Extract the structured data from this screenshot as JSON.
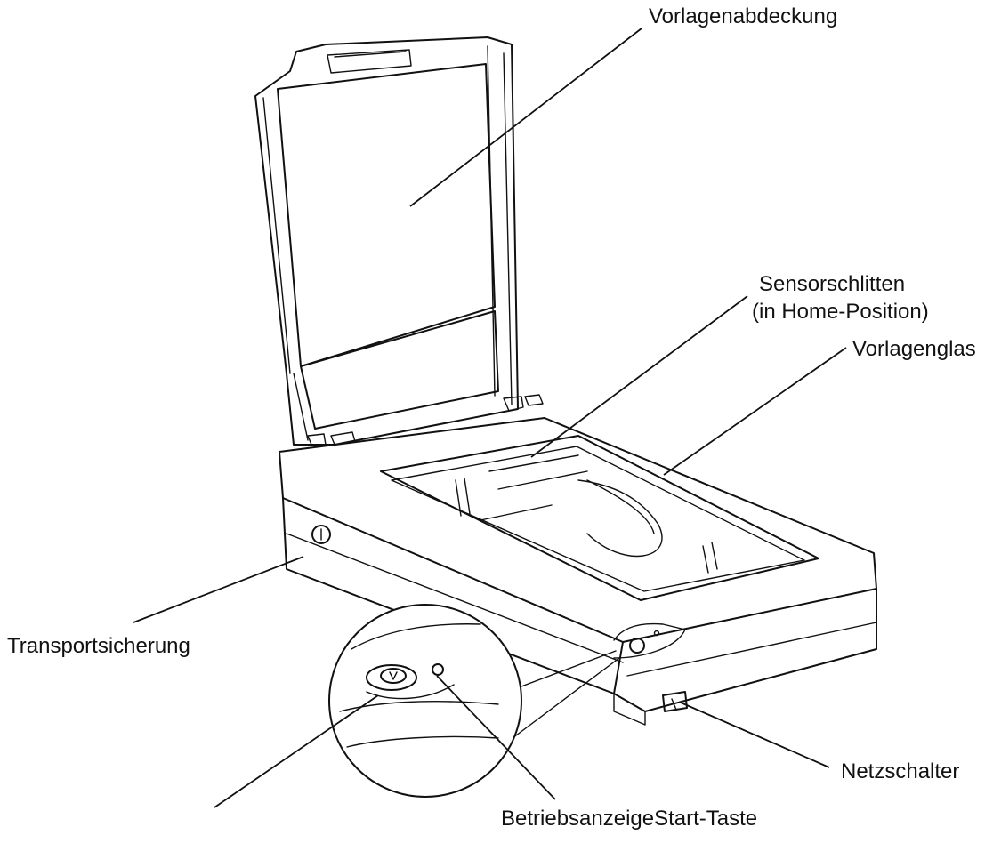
{
  "diagram": {
    "labels": {
      "cover": "Vorlagenabdeckung",
      "carriage_line1": "Sensorschlitten",
      "carriage_line2": "(in Home-Position)",
      "glass": "Vorlagenglas",
      "transport_lock": "Transportsicherung",
      "power_switch": "Netzschalter",
      "bottom_label": "BetriebsanzeigeStart-Taste"
    }
  }
}
